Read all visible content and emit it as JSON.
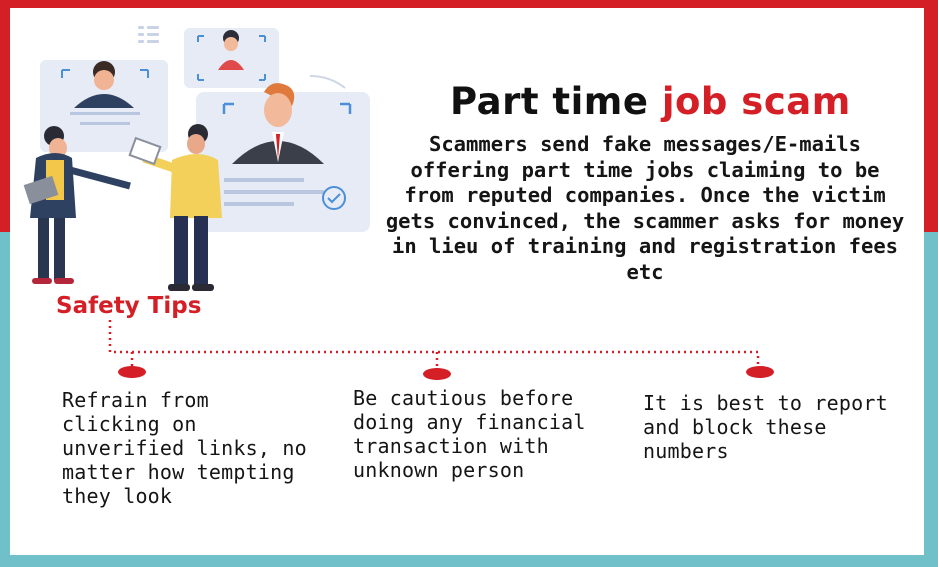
{
  "title": {
    "part1": "Part time",
    "part2": "job scam"
  },
  "description": "Scammers send fake messages/E-mails offering part time jobs claiming to be from reputed companies. Once the victim gets convinced, the scammer asks for money in lieu of training and registration fees etc",
  "safety_tips": {
    "heading": "Safety Tips",
    "items": [
      {
        "text": "Refrain from clicking on unverified links, no matter how tempting they look"
      },
      {
        "text": "Be cautious before doing any financial transaction with unknown person"
      },
      {
        "text": "It is best to report and block these numbers"
      }
    ]
  },
  "colors": {
    "red": "#d41f26",
    "teal": "#6fc0c9",
    "text": "#151515"
  },
  "icons": [
    "check-circle-icon",
    "profile-card-icon",
    "menu-lines-icon"
  ]
}
